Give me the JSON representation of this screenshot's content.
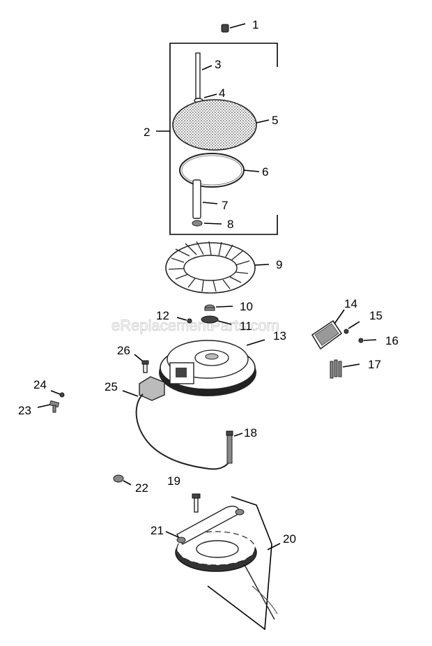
{
  "watermark": "eReplacementParts.com",
  "callouts": [
    {
      "id": "1",
      "label": "1"
    },
    {
      "id": "2",
      "label": "2"
    },
    {
      "id": "3",
      "label": "3"
    },
    {
      "id": "4",
      "label": "4"
    },
    {
      "id": "5",
      "label": "5"
    },
    {
      "id": "6",
      "label": "6"
    },
    {
      "id": "7",
      "label": "7"
    },
    {
      "id": "8",
      "label": "8"
    },
    {
      "id": "9",
      "label": "9"
    },
    {
      "id": "10",
      "label": "10"
    },
    {
      "id": "11",
      "label": "11"
    },
    {
      "id": "12",
      "label": "12"
    },
    {
      "id": "13",
      "label": "13"
    },
    {
      "id": "14",
      "label": "14"
    },
    {
      "id": "15",
      "label": "15"
    },
    {
      "id": "16",
      "label": "16"
    },
    {
      "id": "17",
      "label": "17"
    },
    {
      "id": "18",
      "label": "18"
    },
    {
      "id": "19",
      "label": "19"
    },
    {
      "id": "20",
      "label": "20"
    },
    {
      "id": "21",
      "label": "21"
    },
    {
      "id": "22",
      "label": "22"
    },
    {
      "id": "23",
      "label": "23"
    },
    {
      "id": "24",
      "label": "24"
    },
    {
      "id": "25",
      "label": "25"
    },
    {
      "id": "26",
      "label": "26"
    }
  ]
}
